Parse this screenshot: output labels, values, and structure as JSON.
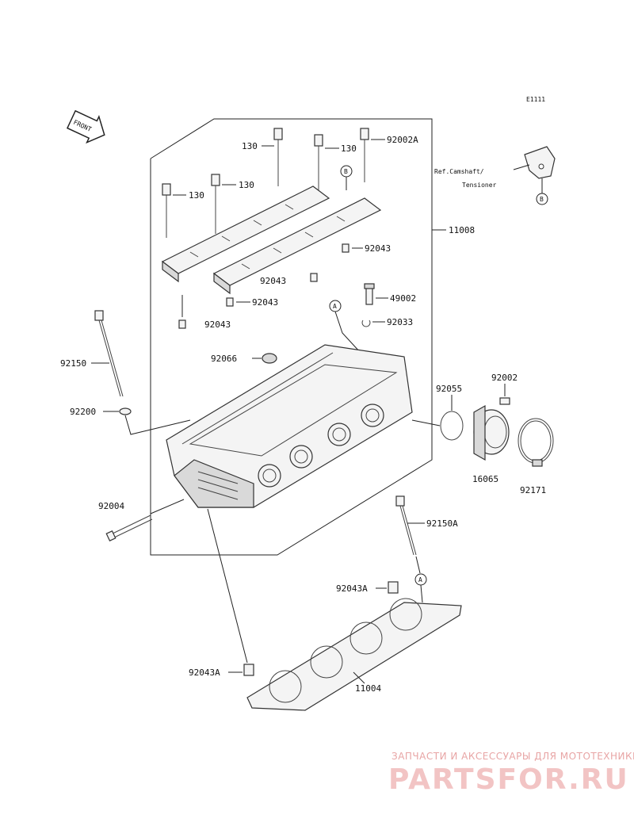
{
  "diagram_code": "E1111",
  "front_label": "FRONT",
  "ref_note": {
    "line1": "Ref.Camshaft/",
    "line2": "Tensioner",
    "marker": "B"
  },
  "markers": {
    "a1": "A",
    "a2": "A",
    "b1": "B"
  },
  "part_labels": {
    "p130_a": "130",
    "p130_b": "130",
    "p130_c": "130",
    "p130_d": "130",
    "p92002a": "92002A",
    "p11008": "11008",
    "p92043_a": "92043",
    "p92043_b": "92043",
    "p92043_c": "92043",
    "p92043_d": "92043",
    "p49002": "49002",
    "p92033": "92033",
    "p92066": "92066",
    "p92150": "92150",
    "p92200": "92200",
    "p92055": "92055",
    "p92002": "92002",
    "p16065": "16065",
    "p92171": "92171",
    "p92004": "92004",
    "p92150a": "92150A",
    "p92043a_a": "92043A",
    "p92043a_b": "92043A",
    "p11004": "11004"
  },
  "watermark": {
    "tagline": "ЗАПЧАСТИ И АКСЕССУАРЫ ДЛЯ МОТОТЕХНИКИ",
    "brand": "PARTSFOR.RU"
  }
}
